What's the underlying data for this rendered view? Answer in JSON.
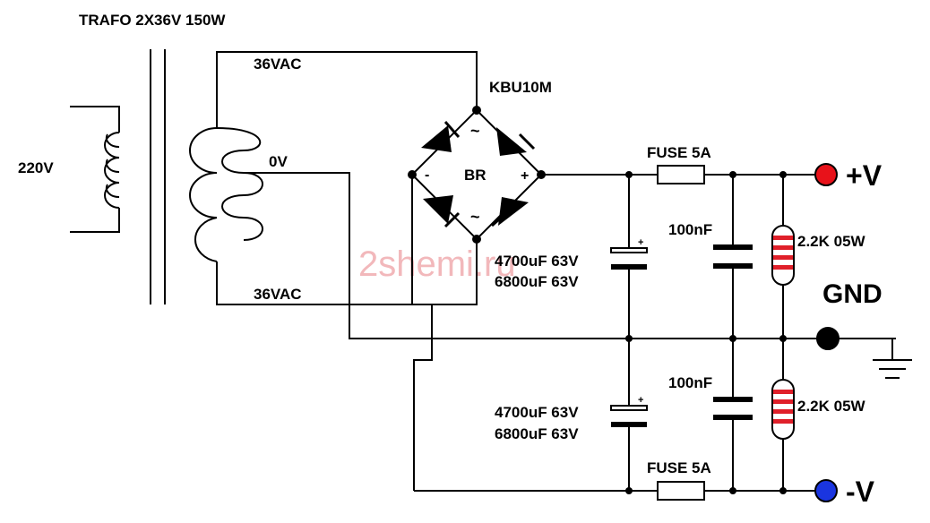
{
  "title": "TRAFO 2X36V 150W",
  "labels": {
    "primary_voltage": "220V",
    "secondary_top": "36VAC",
    "center_tap": "0V",
    "secondary_bottom": "36VAC",
    "bridge_part": "KBU10M",
    "bridge_ref": "BR",
    "bridge_minus": "-",
    "bridge_plus": "+",
    "bridge_ac_top": "~",
    "bridge_ac_bottom": "~",
    "fuse_top": "FUSE 5A",
    "fuse_bottom": "FUSE 5A",
    "cap_top_line1": "4700uF 63V",
    "cap_top_line2": "6800uF 63V",
    "cap_bottom_line1": "4700uF 63V",
    "cap_bottom_line2": "6800uF 63V",
    "cap_plus_top": "+",
    "cap_plus_bottom": "+",
    "film_cap_top": "100nF",
    "film_cap_bottom": "100nF",
    "resistor_top": "2.2K 05W",
    "resistor_bottom": "2.2K 05W",
    "out_plus": "+V",
    "out_gnd": "GND",
    "out_minus": "-V",
    "watermark": "2shemi.ru"
  },
  "colors": {
    "wire": "#000000",
    "terminal_plus": "#e8121a",
    "terminal_minus": "#1a35e0",
    "terminal_gnd": "#000000",
    "resistor_band": "#e0202a",
    "watermark": "#f2b8bb"
  }
}
